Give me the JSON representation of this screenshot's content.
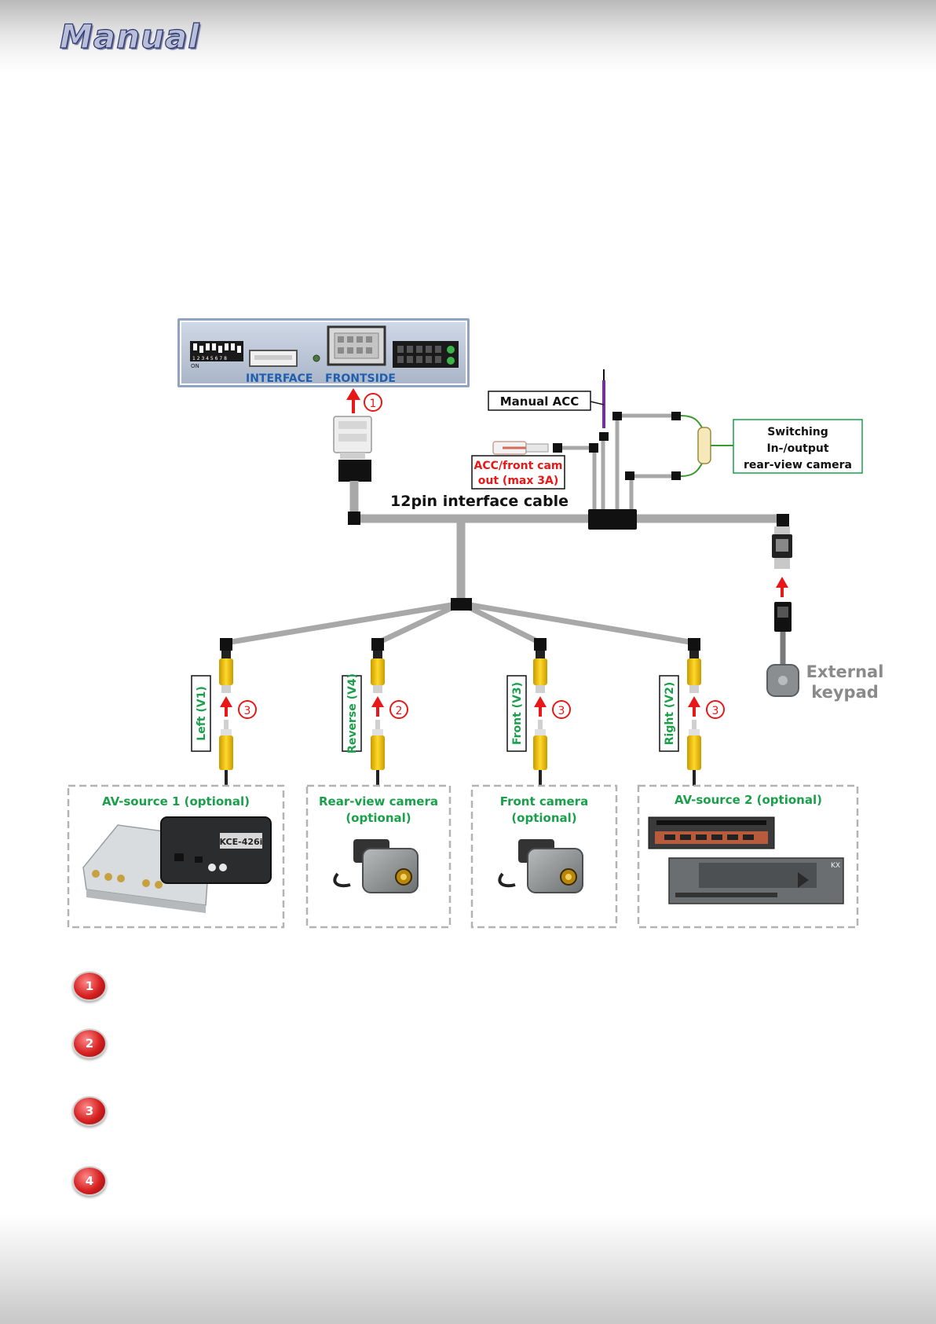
{
  "header": {
    "logo_text": "Manual"
  },
  "interface_box": {
    "label_interface": "INTERFACE",
    "label_frontside": "FRONTSIDE",
    "dip_on": "ON",
    "dip_numbers": "1 2 3 4 5 6 7 8"
  },
  "cable": {
    "main_label": "12pin interface cable",
    "manual_acc": "Manual ACC",
    "acc_out_line1": "ACC/front cam",
    "acc_out_line2": "out (max 3A)",
    "switching_line1": "Switching",
    "switching_line2": "In-/output",
    "switching_line3": "rear-view camera"
  },
  "keypad": {
    "line1": "External",
    "line2": "keypad"
  },
  "inputs": [
    {
      "label": "Left  (V1)",
      "step": "3"
    },
    {
      "label": "Reverse  (V4)",
      "step": "2"
    },
    {
      "label": "Front  (V3)",
      "step": "3"
    },
    {
      "label": "Right  (V2)",
      "step": "3"
    }
  ],
  "step_top": "1",
  "sources": [
    {
      "line1": "AV-source 1 (optional)",
      "line2": "",
      "product_text": "KCE-426i"
    },
    {
      "line1": "Rear-view camera",
      "line2": "(optional)"
    },
    {
      "line1": "Front camera",
      "line2": "(optional)"
    },
    {
      "line1": "AV-source 2 (optional)",
      "line2": ""
    }
  ],
  "legend_steps": [
    "1",
    "2",
    "3",
    "4"
  ],
  "colors": {
    "accent_green": "#1aa04a",
    "arrow_red": "#e81818",
    "cable_gray": "#a8a8a8",
    "rca_yellow": "#f2c400"
  }
}
